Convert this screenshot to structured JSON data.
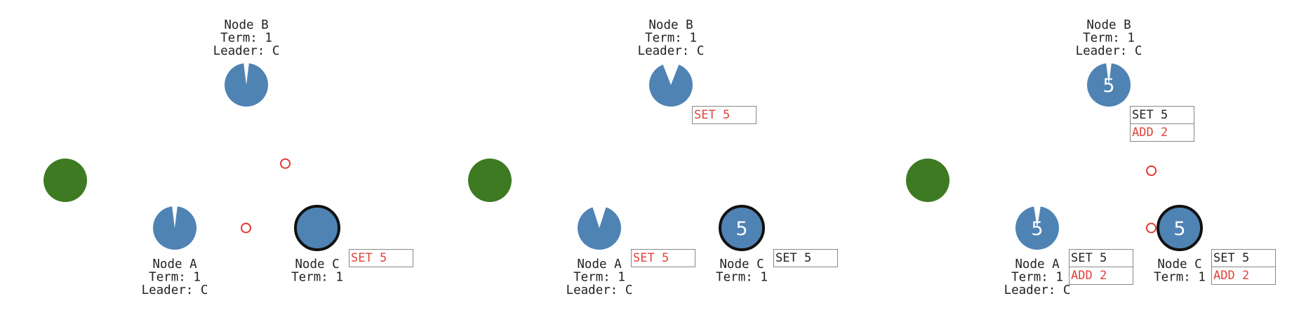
{
  "colors": {
    "node_fill": "#4f83b4",
    "client_fill": "#3d7a22",
    "leader_ring": "#111111",
    "committed_text": "#222222",
    "uncommitted_text": "#e0423a",
    "message_stroke": "#dd3b30",
    "log_border": "#888888",
    "value_text": "#ffffff",
    "label_text": "#222222"
  },
  "panels": [
    {
      "nodes": [
        {
          "id": "B",
          "labels": [
            "Node B",
            "Term: 1",
            "Leader: C"
          ],
          "value": "",
          "leader": false,
          "timer": 0.98,
          "log": []
        },
        {
          "id": "A",
          "labels": [
            "Node A",
            "Term: 1",
            "Leader: C"
          ],
          "value": "",
          "leader": false,
          "timer": 0.98,
          "log": []
        },
        {
          "id": "C",
          "labels": [
            "Node C",
            "Term: 1"
          ],
          "value": "",
          "leader": true,
          "timer": 1,
          "log": [
            {
              "text": "SET 5",
              "committed": false
            }
          ]
        }
      ],
      "messages": [
        {
          "between": [
            "C",
            "B"
          ],
          "fraction": 0.45
        },
        {
          "between": [
            "A",
            "C"
          ],
          "fraction": 0.5
        }
      ]
    },
    {
      "nodes": [
        {
          "id": "B",
          "labels": [
            "Node B",
            "Term: 1",
            "Leader: C"
          ],
          "value": "",
          "leader": false,
          "timer": 0.9,
          "log": [
            {
              "text": "SET 5",
              "committed": false
            }
          ]
        },
        {
          "id": "A",
          "labels": [
            "Node A",
            "Term: 1",
            "Leader: C"
          ],
          "value": "",
          "leader": false,
          "timer": 0.92,
          "log": [
            {
              "text": "SET 5",
              "committed": false
            }
          ]
        },
        {
          "id": "C",
          "labels": [
            "Node C",
            "Term: 1"
          ],
          "value": "5",
          "leader": true,
          "timer": 1,
          "log": [
            {
              "text": "SET 5",
              "committed": true
            }
          ]
        }
      ],
      "messages": []
    },
    {
      "nodes": [
        {
          "id": "B",
          "labels": [
            "Node B",
            "Term: 1",
            "Leader: C"
          ],
          "value": "5",
          "leader": false,
          "timer": 0.98,
          "log": [
            {
              "text": "SET 5",
              "committed": true
            },
            {
              "text": "ADD 2",
              "committed": false
            }
          ]
        },
        {
          "id": "A",
          "labels": [
            "Node A",
            "Term: 1",
            "Leader: C"
          ],
          "value": "5",
          "leader": false,
          "timer": 0.97,
          "log": [
            {
              "text": "SET 5",
              "committed": true
            },
            {
              "text": "ADD 2",
              "committed": false
            }
          ]
        },
        {
          "id": "C",
          "labels": [
            "Node C",
            "Term: 1"
          ],
          "value": "5",
          "leader": true,
          "timer": 1,
          "log": [
            {
              "text": "SET 5",
              "committed": true
            },
            {
              "text": "ADD 2",
              "committed": false
            }
          ]
        }
      ],
      "messages": [
        {
          "between": [
            "B",
            "C"
          ],
          "fraction": 0.6
        },
        {
          "between": [
            "A",
            "C"
          ],
          "fraction": 0.8
        }
      ]
    }
  ]
}
